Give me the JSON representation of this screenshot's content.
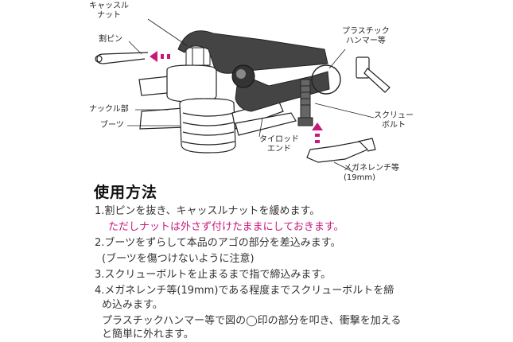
{
  "labels": {
    "castle_nut": [
      "キャッスル",
      "ナット"
    ],
    "cotter_pin": "割ピン",
    "knuckle": "ナックル部",
    "boot": "ブーツ",
    "tie_rod_end": [
      "タイロッド",
      "エンド"
    ],
    "plastic_hammer": [
      "プラスチック",
      "ハンマー等"
    ],
    "screw_bolt": [
      "スクリュー",
      "ボルト"
    ],
    "wrench": [
      "メガネレンチ等",
      "(19mm)"
    ]
  },
  "usage": {
    "title": "使用方法",
    "step1": "1.割ピンを抜き、キャッスルナットを緩めます。",
    "step1_note": "ただしナットは外さず付けたままにしておきます。",
    "step2": "2.ブーツをずらして本品のアゴの部分を差込みます。",
    "step2_note": "(ブーツを傷つけないように注意)",
    "step3": "3.スクリューボルトを止まるまで指で締込みます。",
    "step4_line1": "4.メガネレンチ等(19mm)である程度までスクリューボルトを締",
    "step4_line2": "め込みます。",
    "hint_line1": "プラスチックハンマー等で図の◯印の部分を叩き、衝撃を加える",
    "hint_line2": "と簡単に外れます。"
  },
  "colors": {
    "accent": "#c8187e",
    "tool": "#444444",
    "outline": "#222222"
  }
}
